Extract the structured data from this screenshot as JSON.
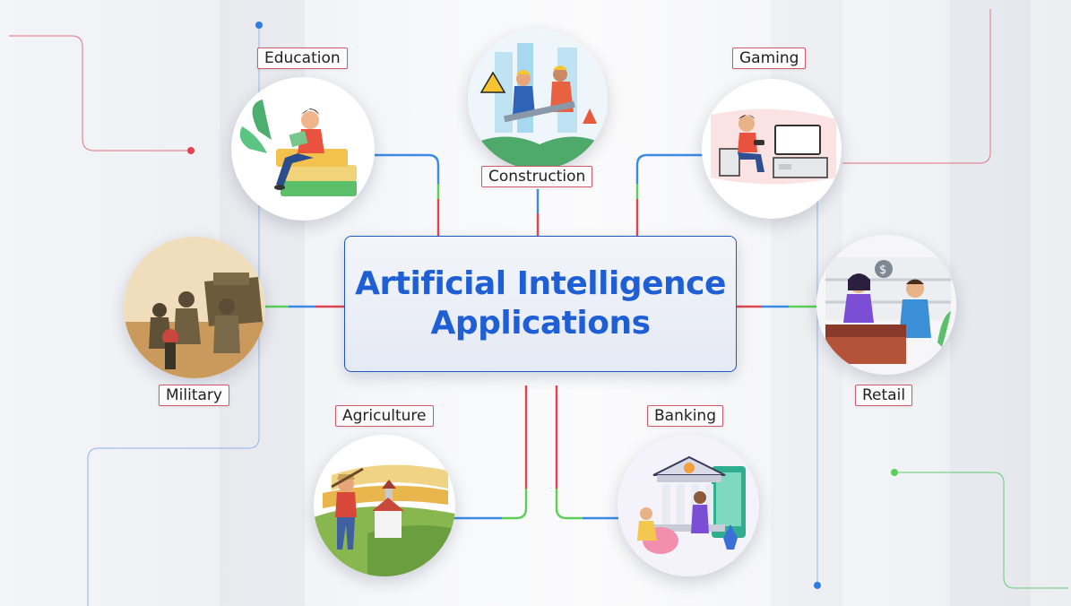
{
  "title": "Artificial Intelligence Applications",
  "applications": [
    {
      "id": "education",
      "label": "Education"
    },
    {
      "id": "construction",
      "label": "Construction"
    },
    {
      "id": "gaming",
      "label": "Gaming"
    },
    {
      "id": "military",
      "label": "Military"
    },
    {
      "id": "retail",
      "label": "Retail"
    },
    {
      "id": "agriculture",
      "label": "Agriculture"
    },
    {
      "id": "banking",
      "label": "Banking"
    }
  ],
  "colors": {
    "accent_blue": "#1f5fd6",
    "line_blue": "#3b8ae6",
    "line_red": "#e2444f",
    "line_green": "#5ccf5a",
    "label_border": "#d05a6a"
  }
}
